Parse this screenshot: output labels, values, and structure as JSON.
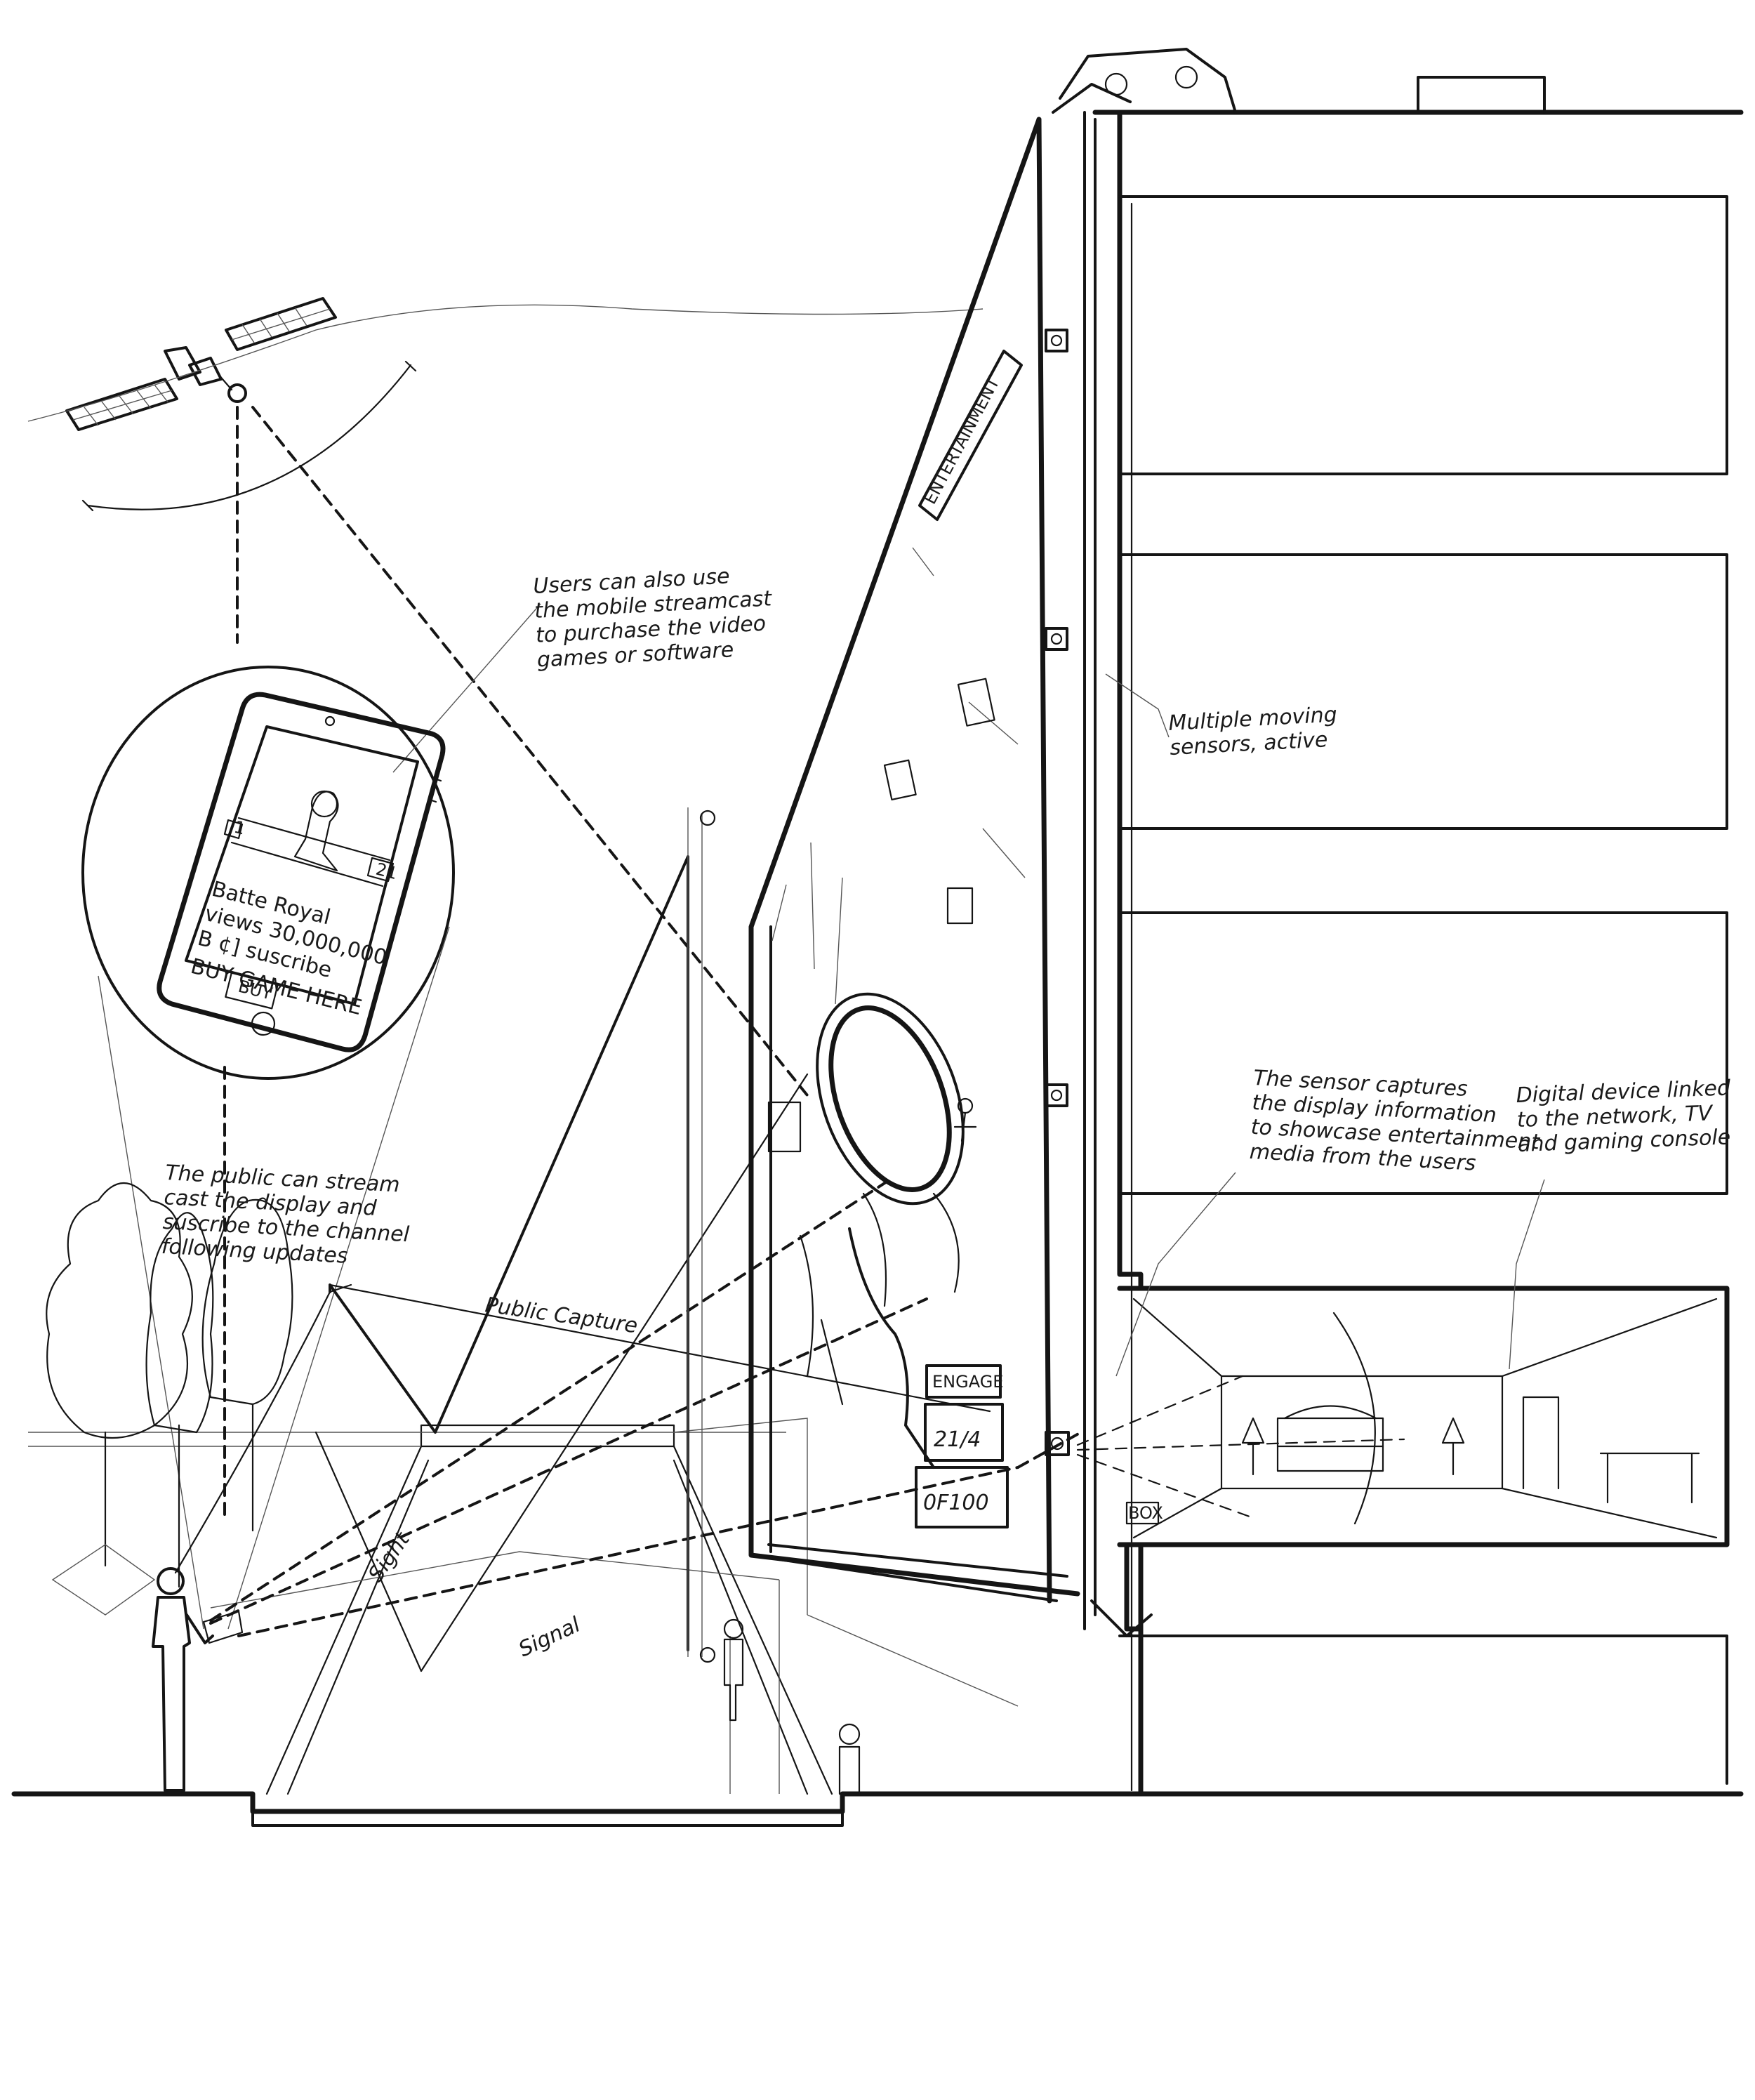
{
  "annotations": {
    "users_mobile": [
      "Users can also use",
      "the mobile streamcast",
      "to purchase the video",
      "games or software"
    ],
    "multiple_sensors": [
      "Multiple moving",
      "sensors, active"
    ],
    "public_stream": [
      "The public can stream",
      "cast the display and",
      "suscribe to the channel",
      "following updates"
    ],
    "sensor_captures": [
      "The sensor captures",
      "the display information",
      "to showcase entertainment",
      "media from the users"
    ],
    "digital_device": [
      "Digital device linked",
      "to the network, TV",
      "and gaming console"
    ],
    "public_capture": "Public Capture",
    "sight": "Sight",
    "signal": "Signal"
  },
  "phone_screen": {
    "game_title": "Batte Royal",
    "views": "views  30,000,000",
    "subscribe": "B ¢]  suscribe",
    "cta": "BUY GAME HERE",
    "button": "BUY",
    "hud_left": "1",
    "hud_right": "21"
  },
  "billboard": {
    "engage": "ENGAGE",
    "score_a": "21/4",
    "score_b": "0F100",
    "brand": "ENTERTAINMENT"
  },
  "sensor_box_label": "BOX"
}
